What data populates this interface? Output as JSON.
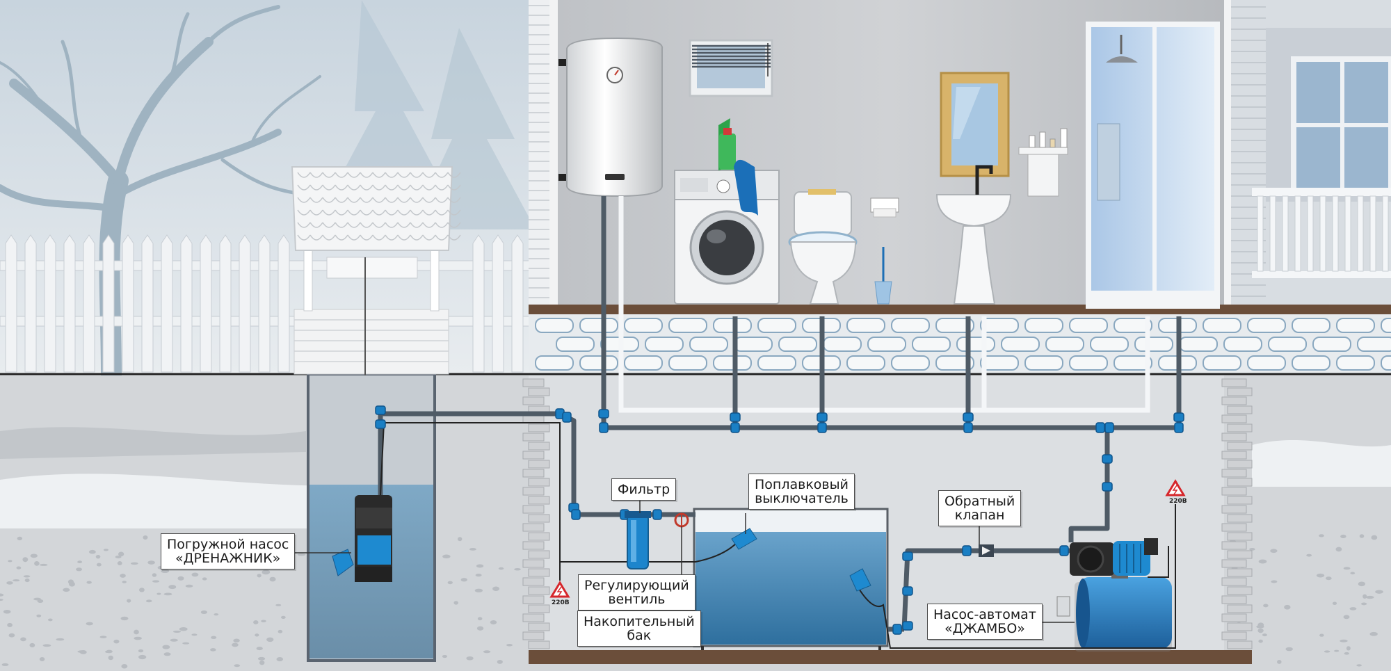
{
  "labels": {
    "drainage_pump": {
      "line1": "Погружной насос",
      "line2": "«ДРЕНАЖНИК»"
    },
    "filter": {
      "line1": "Фильтр"
    },
    "float_switch": {
      "line1": "Поплавковый",
      "line2": "выключатель"
    },
    "check_valve": {
      "line1": "Обратный",
      "line2": "клапан"
    },
    "regulating_valve": {
      "line1": "Регулирующий",
      "line2": "вентиль"
    },
    "storage_tank": {
      "line1": "Накопительный",
      "line2": "бак"
    },
    "auto_pump": {
      "line1": "Насос-автомат",
      "line2": "«ДЖАМБО»"
    }
  },
  "voltage": {
    "left": "220В",
    "right": "220В"
  },
  "colors": {
    "pipe": "#4f5b66",
    "fitting": "#1a7fc4",
    "water": "#3f86b8",
    "wall": "#a9aaad",
    "soil": "#c9ccd0",
    "floor": "#6b4e3a",
    "warning": "#d6262b"
  }
}
